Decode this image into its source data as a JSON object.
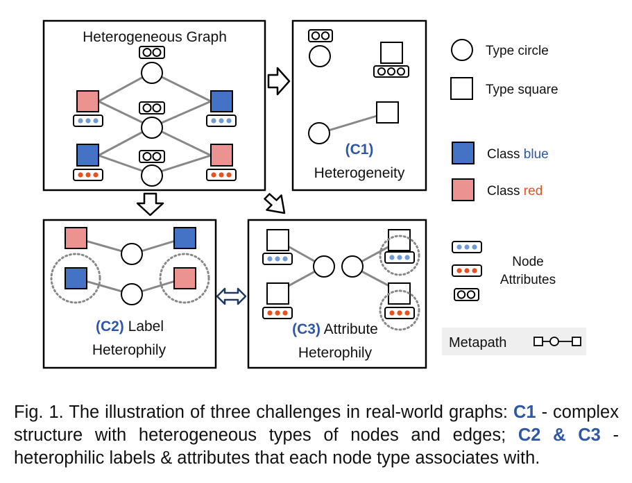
{
  "panels": {
    "graph_title": "Heterogeneous Graph",
    "c1": {
      "tag": "(C1)",
      "text": "Heterogeneity"
    },
    "c2": {
      "tag": "(C2)",
      "text1": "Label",
      "text2": "Heterophily"
    },
    "c3": {
      "tag": "(C3)",
      "text1": "Attribute",
      "text2": "Heterophily"
    }
  },
  "legend": {
    "type_circle": "Type circle",
    "type_square": "Type square",
    "class_prefix": "Class",
    "class_blue": "blue",
    "class_red": "red",
    "node_attr_1": "Node",
    "node_attr_2": "Attributes",
    "metapath": "Metapath"
  },
  "colors": {
    "blue_fill": "#4472c4",
    "red_fill": "#ec9391",
    "tag_blue": "#2f57a6",
    "text_red": "#e8501f",
    "attr_blue_dot": "#6e9bd6",
    "attr_red_dot": "#e8501f"
  },
  "caption": {
    "p1": "Fig. 1. The illustration of three challenges in real-world graphs: ",
    "c1": "C1",
    "p2": " - complex structure with heterogeneous types of nodes and edges; ",
    "c23": "C2 & C3",
    "p3": " - heterophilic labels & attributes that each node type associates with."
  }
}
